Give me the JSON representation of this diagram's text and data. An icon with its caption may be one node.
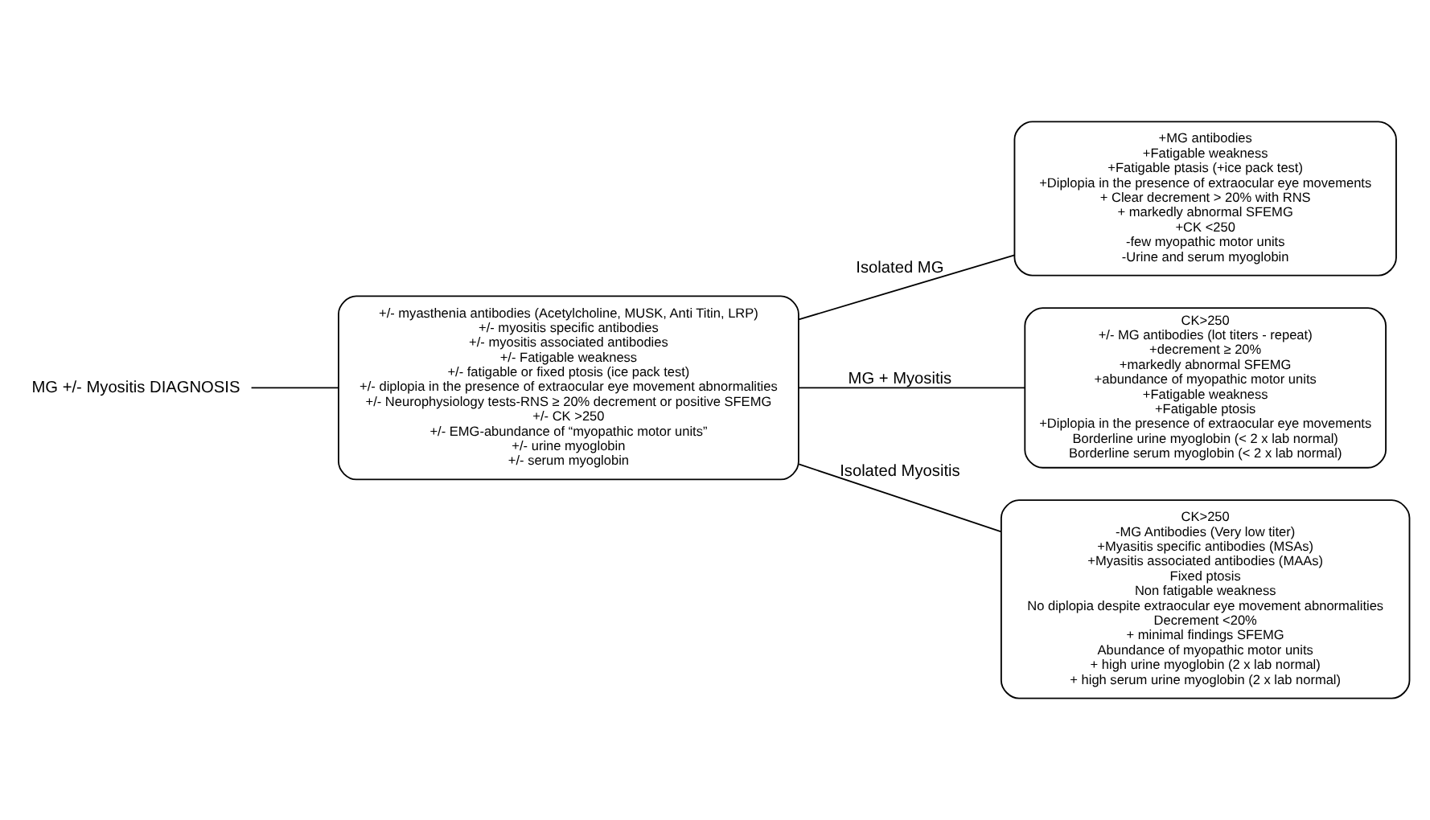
{
  "diagram": {
    "nodes": [
      {
        "text": [
          "MG +/- Myositis DIAGNOSIS"
        ]
      },
      {
        "text": [
          "+/- myasthenia antibodies (Acetylcholine, MUSK, Anti Titin, LRP)",
          "+/- myositis specific antibodies",
          "+/- myositis associated antibodies",
          "+/- Fatigable weakness",
          "+/- fatigable or fixed ptosis (ice pack test)",
          "+/- diplopia in the presence of extraocular eye movement abnormalities",
          "+/- Neurophysiology tests-RNS ≥ 20% decrement or positive SFEMG",
          "+/- CK >250",
          "+/- EMG-abundance of “myopathic motor units”",
          "+/- urine myoglobin",
          "+/- serum myoglobin"
        ]
      },
      {
        "text": [
          "+MG antibodies",
          "+Fatigable weakness",
          "+Fatigable ptasis (+ice pack test)",
          "+Diplopia in the presence of extraocular eye movements",
          "+ Clear decrement > 20% with RNS",
          "+ markedly abnormal SFEMG",
          "+CK <250",
          "-few myopathic motor units",
          "-Urine and serum myoglobin"
        ]
      },
      {
        "text": [
          "CK>250",
          "+/- MG antibodies (lot titers - repeat)",
          "+decrement ≥ 20%",
          "+markedly abnormal SFEMG",
          "+abundance of myopathic motor units",
          "+Fatigable weakness",
          "+Fatigable ptosis",
          "+Diplopia in the presence of extraocular eye movements",
          "Borderline urine myoglobin (< 2 x lab normal)",
          "Borderline serum myoglobin (< 2 x lab normal)"
        ]
      },
      {
        "text": [
          "CK>250",
          "-MG Antibodies (Very low titer)",
          "+Myasitis specific antibodies (MSAs)",
          "+Myasitis associated antibodies (MAAs)",
          "Fixed ptosis",
          "Non fatigable weakness",
          "No diplopia despite extraocular eye movement abnormalities",
          "Decrement <20%",
          "+ minimal findings SFEMG",
          "Abundance of myopathic motor units",
          "+ high urine myoglobin (2 x lab normal)",
          "+ high serum urine myoglobin (2 x lab normal)"
        ]
      }
    ],
    "edges": [
      {
        "from": 0,
        "to": 1,
        "arrow": "none"
      },
      {
        "from": 1,
        "to": 2,
        "arrow": "none",
        "label": "Isolated MG"
      },
      {
        "from": 1,
        "to": 3,
        "arrow": "none",
        "label": "MG + Myositis"
      },
      {
        "from": 1,
        "to": 4,
        "arrow": "none",
        "label": "Isolated Myositis"
      }
    ]
  }
}
